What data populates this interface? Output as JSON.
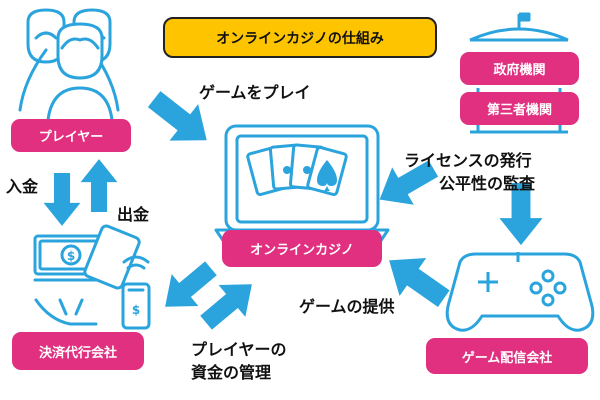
{
  "title": "オンラインカジノの仕組み",
  "nodes": {
    "player": "プレイヤー",
    "casino": "オンラインカジノ",
    "payment": "決済代行会社",
    "game_provider": "ゲーム配信会社",
    "government": "政府機関",
    "third_party": "第三者機関"
  },
  "edges": {
    "play_game": "ゲームをプレイ",
    "license_line1": "ライセンスの発行",
    "license_line2": "公平性の監査",
    "deposit": "入金",
    "withdraw": "出金",
    "game_supply": "ゲームの提供",
    "funds_line1": "プレイヤーの",
    "funds_line2": "資金の管理"
  },
  "colors": {
    "accent_blue": "#2ba4dd",
    "pink": "#e0307f",
    "title_yellow": "#ffc400"
  }
}
